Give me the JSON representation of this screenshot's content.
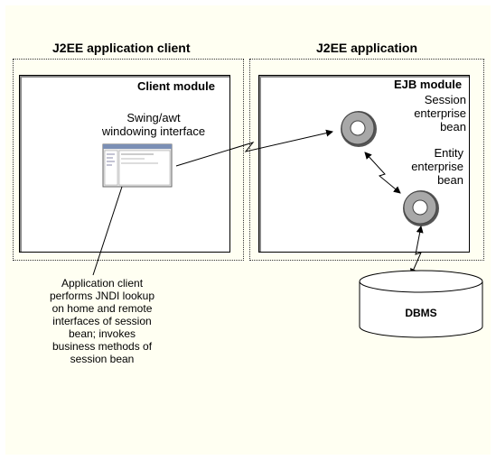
{
  "headings": {
    "client": "J2EE application client",
    "server": "J2EE application"
  },
  "client_module": {
    "title": "Client module",
    "ui_label_line1": "Swing/awt",
    "ui_label_line2": "windowing interface"
  },
  "ejb_module": {
    "title": "EJB module",
    "session_line1": "Session",
    "session_line2": "enterprise",
    "session_line3": "bean",
    "entity_line1": "Entity",
    "entity_line2": "enterprise",
    "entity_line3": "bean"
  },
  "database": {
    "label": "DBMS"
  },
  "note": {
    "line1": "Application client",
    "line2": "performs JNDI lookup",
    "line3": "on home and remote",
    "line4": "interfaces of session",
    "line5": "bean; invokes",
    "line6": "business methods of",
    "line7": "session bean"
  }
}
